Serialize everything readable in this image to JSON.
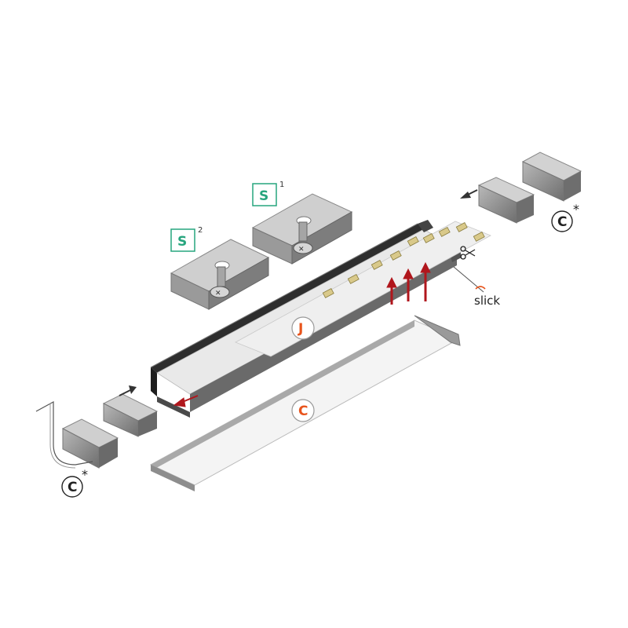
{
  "labels": {
    "mount_clip_1": {
      "letter": "S",
      "superscript": "1"
    },
    "mount_clip_2": {
      "letter": "S",
      "superscript": "2"
    },
    "led_strip": "J",
    "cover": "C",
    "end_cap_right": {
      "letter": "C",
      "mark": "*"
    },
    "end_cap_left": {
      "letter": "C",
      "mark": "*"
    },
    "slick": "slick"
  },
  "colors": {
    "label_s": "#27a57e",
    "label_orange": "#e8541c",
    "arrow_red": "#b0161c",
    "profile_dark": "#3a3a3a",
    "metal_grey": "#8f8f8f"
  },
  "icons": [
    "scissors-icon",
    "arrow-icon"
  ]
}
